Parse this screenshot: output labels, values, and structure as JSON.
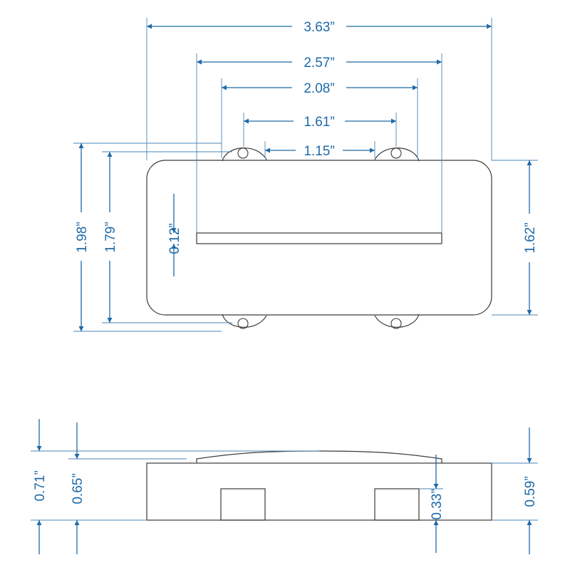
{
  "top_view": {
    "overall_length": "3.63”",
    "blade_length": "2.57”",
    "outer_mount_holes": "2.08”",
    "inner_mount_holes": "1.61”",
    "ear_gap": "1.15”",
    "overall_width": "1.98”",
    "mount_hole_spacing": "1.79”",
    "body_width": "1.62”",
    "blade_width": "0.12”"
  },
  "side_view": {
    "total_height": "0.71”",
    "height_to_cover": "0.65”",
    "body_height": "0.59”",
    "foot_height": "0.33”"
  },
  "colors": {
    "dimension": "#1f6aa8",
    "outline": "#3a3a3a"
  }
}
